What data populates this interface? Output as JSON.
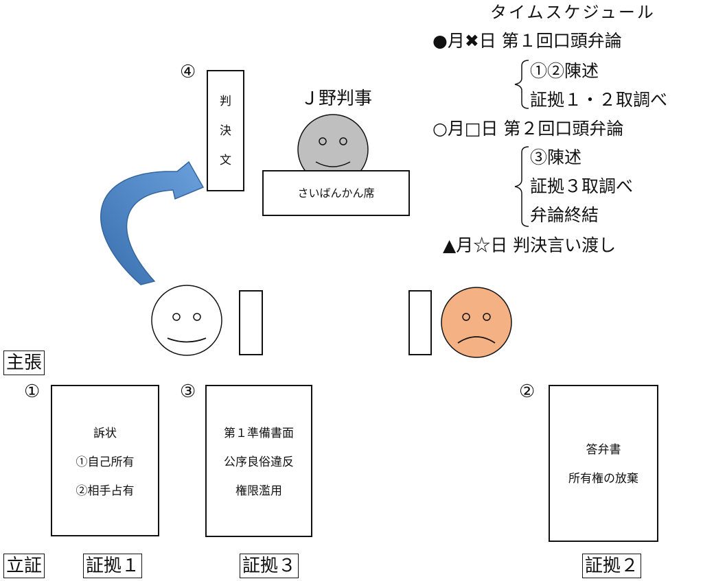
{
  "schedule": {
    "title": "タイムスケジュール",
    "session1": "●月✖日 第１回口頭弁論",
    "session1_items": [
      "①②陳述",
      "証拠１・２取調べ"
    ],
    "session2": "○月□日 第２回口頭弁論",
    "session2_items": [
      "③陳述",
      "証拠３取調べ",
      "弁論終結"
    ],
    "verdict": "▲月☆日 判決言い渡し"
  },
  "judge": {
    "name": "Ｊ野判事",
    "bench": "さいばんかん席"
  },
  "judgment": {
    "number": "④",
    "chars": [
      "判",
      "決",
      "文"
    ]
  },
  "rows": {
    "claim": "主張",
    "proof": "立証"
  },
  "documents": [
    {
      "number": "①",
      "lines": [
        "訴状",
        "①自己所有",
        "②相手占有"
      ],
      "evidence": "証拠１"
    },
    {
      "number": "③",
      "lines": [
        "第１準備書面",
        "公序良俗違反",
        "権限濫用"
      ],
      "evidence": "証拠３"
    },
    {
      "number": "②",
      "lines": [
        "答弁書",
        "所有権の放棄"
      ],
      "evidence": "証拠２"
    }
  ],
  "colors": {
    "arrow": "#4f86c6",
    "defendant_face": "#f4b183",
    "judge_face": "#bfbfbf"
  }
}
